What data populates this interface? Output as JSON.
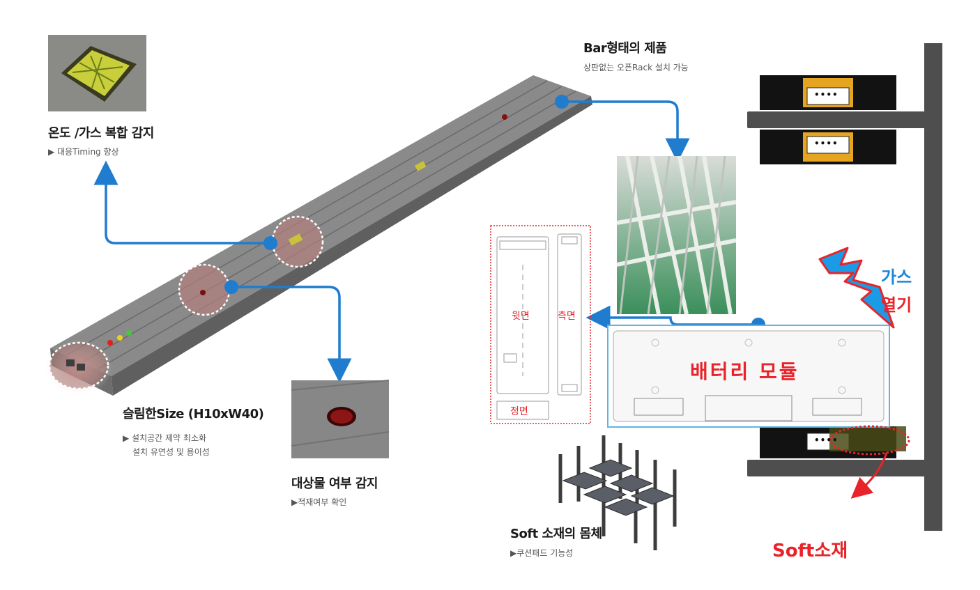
{
  "gas_sensor": {
    "title": "온도 /가스 복합 감지",
    "desc": "▶ 대응Timing 향상"
  },
  "bar_product": {
    "title": "Bar형태의 제품",
    "desc": "상판없는 오픈Rack 설치 가능"
  },
  "slim_size": {
    "title": "슬림한Size (H10xW40)",
    "desc1": "▶ 설치공간 제약 최소화",
    "desc2": "설치 유연성 및 용이성"
  },
  "object_detect": {
    "title": "대상물 여부 감지",
    "desc": "▶적재여부 확인"
  },
  "battery_views": {
    "top": "윗면",
    "side": "측면",
    "front": "정면"
  },
  "battery_module": {
    "label": "배터리 모듈"
  },
  "gas_heat": {
    "line1": "가스",
    "line2": "열기"
  },
  "soft_body": {
    "title": "Soft 소재의 몸체",
    "desc": "▶쿠션패드 기능성"
  },
  "soft_material": {
    "label": "Soft소재"
  },
  "rack_connector_label": "••••",
  "colors": {
    "accent_blue": "#1f7ccf",
    "alert_red": "#e8242a",
    "gas_blue": "#1b86d6",
    "bar_gray": "#7b7b7b"
  }
}
